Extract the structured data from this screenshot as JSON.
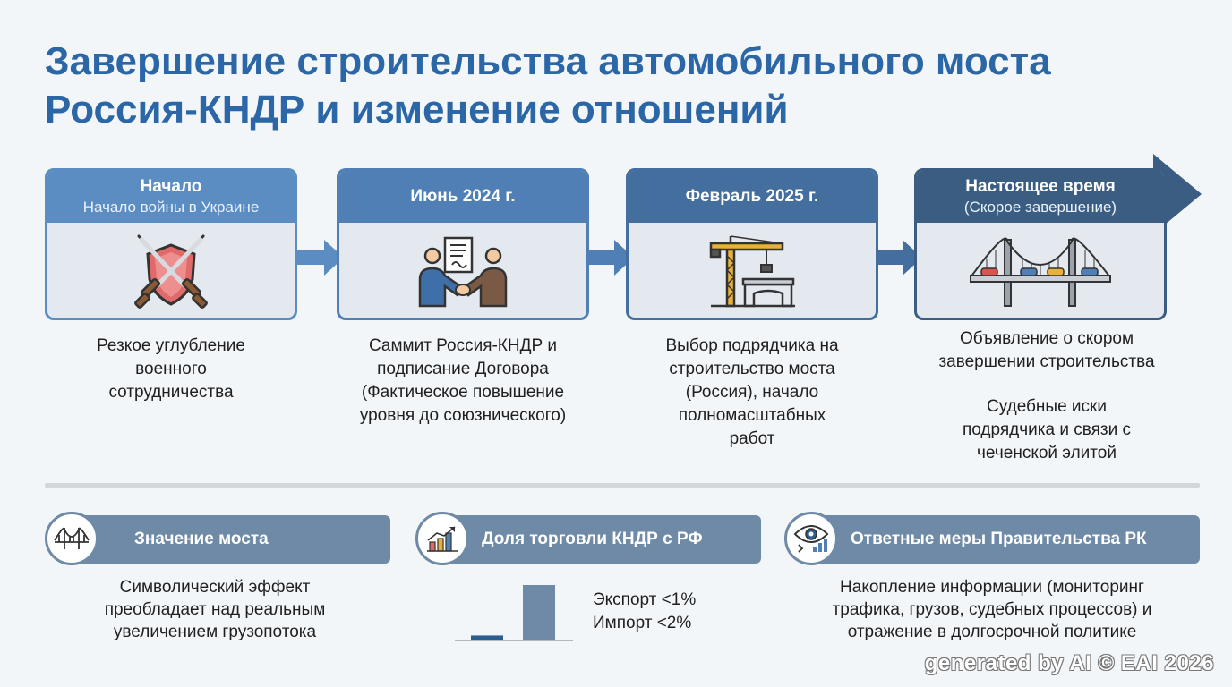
{
  "title": {
    "line1": "Завершение строительства автомобильного моста",
    "line2": "Россия-КНДР и изменение отношений"
  },
  "timeline": [
    {
      "label": "Начало",
      "sub": "Начало войны в Украине",
      "icon": "crossed-swords-shield-icon",
      "header_color": "#5b8cc2",
      "desc": [
        "Резкое углубление",
        "военного",
        "сотрудничества"
      ]
    },
    {
      "label": "Июнь 2024 г.",
      "sub": "",
      "icon": "handshake-document-icon",
      "header_color": "#4f7fb5",
      "desc": [
        "Саммит Россия-КНДР и",
        "подписание Договора",
        "(Фактическое повышение",
        "уровня до союзнического)"
      ]
    },
    {
      "label": "Февраль 2025 г.",
      "sub": "",
      "icon": "construction-crane-icon",
      "header_color": "#446e9e",
      "desc": [
        "Выбор подрядчика на",
        "строительство моста",
        "(Россия), начало",
        "полномасштабных",
        "работ"
      ]
    },
    {
      "label": "Настоящее время",
      "sub": "(Скорое завершение)",
      "icon": "suspension-bridge-icon",
      "header_color": "#3b5d82",
      "desc": [
        "Объявление о скором",
        "завершении строительства",
        "",
        "Судебные иски",
        "подрядчика и связи с",
        "чеченской элитой"
      ]
    }
  ],
  "info": [
    {
      "label": "Значение моста",
      "icon": "bridge-icon",
      "desc": [
        "Символический эффект",
        "преобладает над реальным",
        "увеличением грузопотока"
      ]
    },
    {
      "label": "Доля торговли КНДР с РФ",
      "icon": "bar-chart-icon",
      "chart_values": {
        "export": 1,
        "import": 2
      },
      "legend": [
        "Экспорт <1%",
        "Импорт <2%"
      ]
    },
    {
      "label": "Ответные меры Правительства РК",
      "icon": "eye-monitoring-icon",
      "desc": [
        "Накопление информации (мониторинг",
        "трафика, грузов, судебных процессов) и",
        "отражение в долгосрочной политике"
      ]
    }
  ],
  "watermark": "generated by AI © EAI 2026"
}
